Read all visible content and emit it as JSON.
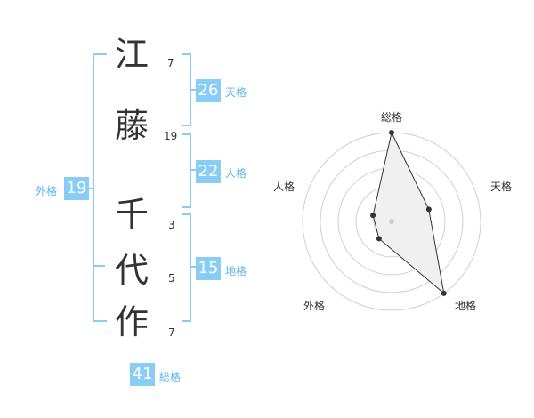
{
  "name": {
    "chars": [
      {
        "char": "江",
        "strokes": "7"
      },
      {
        "char": "藤",
        "strokes": "19"
      },
      {
        "char": "千",
        "strokes": "3"
      },
      {
        "char": "代",
        "strokes": "5"
      },
      {
        "char": "作",
        "strokes": "7"
      }
    ]
  },
  "kaku": {
    "tenkaku": {
      "value": "26",
      "label": "天格"
    },
    "jinkaku": {
      "value": "22",
      "label": "人格"
    },
    "chikaku": {
      "value": "15",
      "label": "地格"
    },
    "gaikaku": {
      "value": "19",
      "label": "外格"
    },
    "soukaku": {
      "value": "41",
      "label": "総格"
    }
  },
  "colors": {
    "accent": "#88cdf6",
    "accent_text": "#5ab4ec"
  },
  "chart_data": {
    "type": "radar",
    "axes": [
      "総格",
      "天格",
      "地格",
      "外格",
      "人格"
    ],
    "values": [
      5,
      2.2,
      5,
      1.2,
      1.1
    ],
    "rmax": 5,
    "rings": 5
  }
}
